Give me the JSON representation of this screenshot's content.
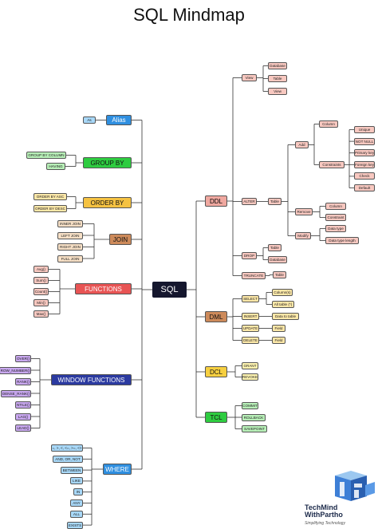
{
  "title": "SQL Mindmap",
  "root": "SQL",
  "left": {
    "alias": {
      "label": "Alias",
      "items": [
        "As"
      ]
    },
    "group_by": {
      "label": "GROUP BY",
      "items": [
        "GROUP BY COLUMN",
        "HAVING"
      ]
    },
    "order_by": {
      "label": "ORDER BY",
      "items": [
        "ORDER BY ASC",
        "ORDER BY DESC"
      ]
    },
    "join": {
      "label": "JOIN",
      "items": [
        "INNER JOIN",
        "LEFT JOIN",
        "RIGHT JOIN",
        "FULL JOIN"
      ]
    },
    "functions": {
      "label": "FUNCTIONS",
      "items": [
        "Avg()",
        "Sum()",
        "Count()",
        "Min()",
        "Max()"
      ]
    },
    "window": {
      "label": "WINDOW FUNCTIONS",
      "items": [
        "OVER()",
        "ROW_NUMBER()",
        "RANK()",
        "DENSE_RANK()",
        "NTILE()",
        "LAG()",
        "LEAD()"
      ]
    },
    "where": {
      "label": "WHERE",
      "items": [
        "=, >, <, <=, >=, <>",
        "AND, OR, NOT",
        "BETWEEN",
        "LIKE",
        "IN",
        "ANY",
        "ALL",
        "EXISTS"
      ]
    }
  },
  "right": {
    "ddl": {
      "label": "DDL",
      "view": {
        "label": "View",
        "items": [
          "Database",
          "Table",
          "View"
        ]
      },
      "alter": {
        "label": "ALTER",
        "table": "Table",
        "add": {
          "label": "Add",
          "column": "Column",
          "constraints": "Constraints",
          "constraint_items": [
            "Unique",
            "NOT NULL",
            "Primary key",
            "Foreign key",
            "Check",
            "Default"
          ]
        },
        "remove": {
          "label": "Remove",
          "items": [
            "Column",
            "Constraint"
          ]
        },
        "modify": {
          "label": "Modify",
          "items": [
            "Data type",
            "Data type length"
          ]
        }
      },
      "drop": {
        "label": "DROP",
        "items": [
          "Table",
          "Database"
        ]
      },
      "truncate": {
        "label": "TRUNCATE",
        "items": [
          "Table"
        ]
      }
    },
    "dml": {
      "label": "DML",
      "select": {
        "label": "SELECT",
        "items": [
          "Column(s)",
          "All table (*)"
        ]
      },
      "insert": {
        "label": "INSERT",
        "items": [
          "Data to table"
        ]
      },
      "update": {
        "label": "UPDATE",
        "items": [
          "Field"
        ]
      },
      "delete": {
        "label": "DELETE",
        "items": [
          "Field"
        ]
      }
    },
    "dcl": {
      "label": "DCL",
      "items": [
        "GRANT",
        "REVOKE"
      ]
    },
    "tcl": {
      "label": "TCL",
      "items": [
        "COMMIT",
        "ROLLBACK",
        "SAVEPOINT"
      ]
    }
  },
  "logo": {
    "line1": "TechMind",
    "line2": "WithPartho",
    "tagline": "Simplifying Technology"
  }
}
